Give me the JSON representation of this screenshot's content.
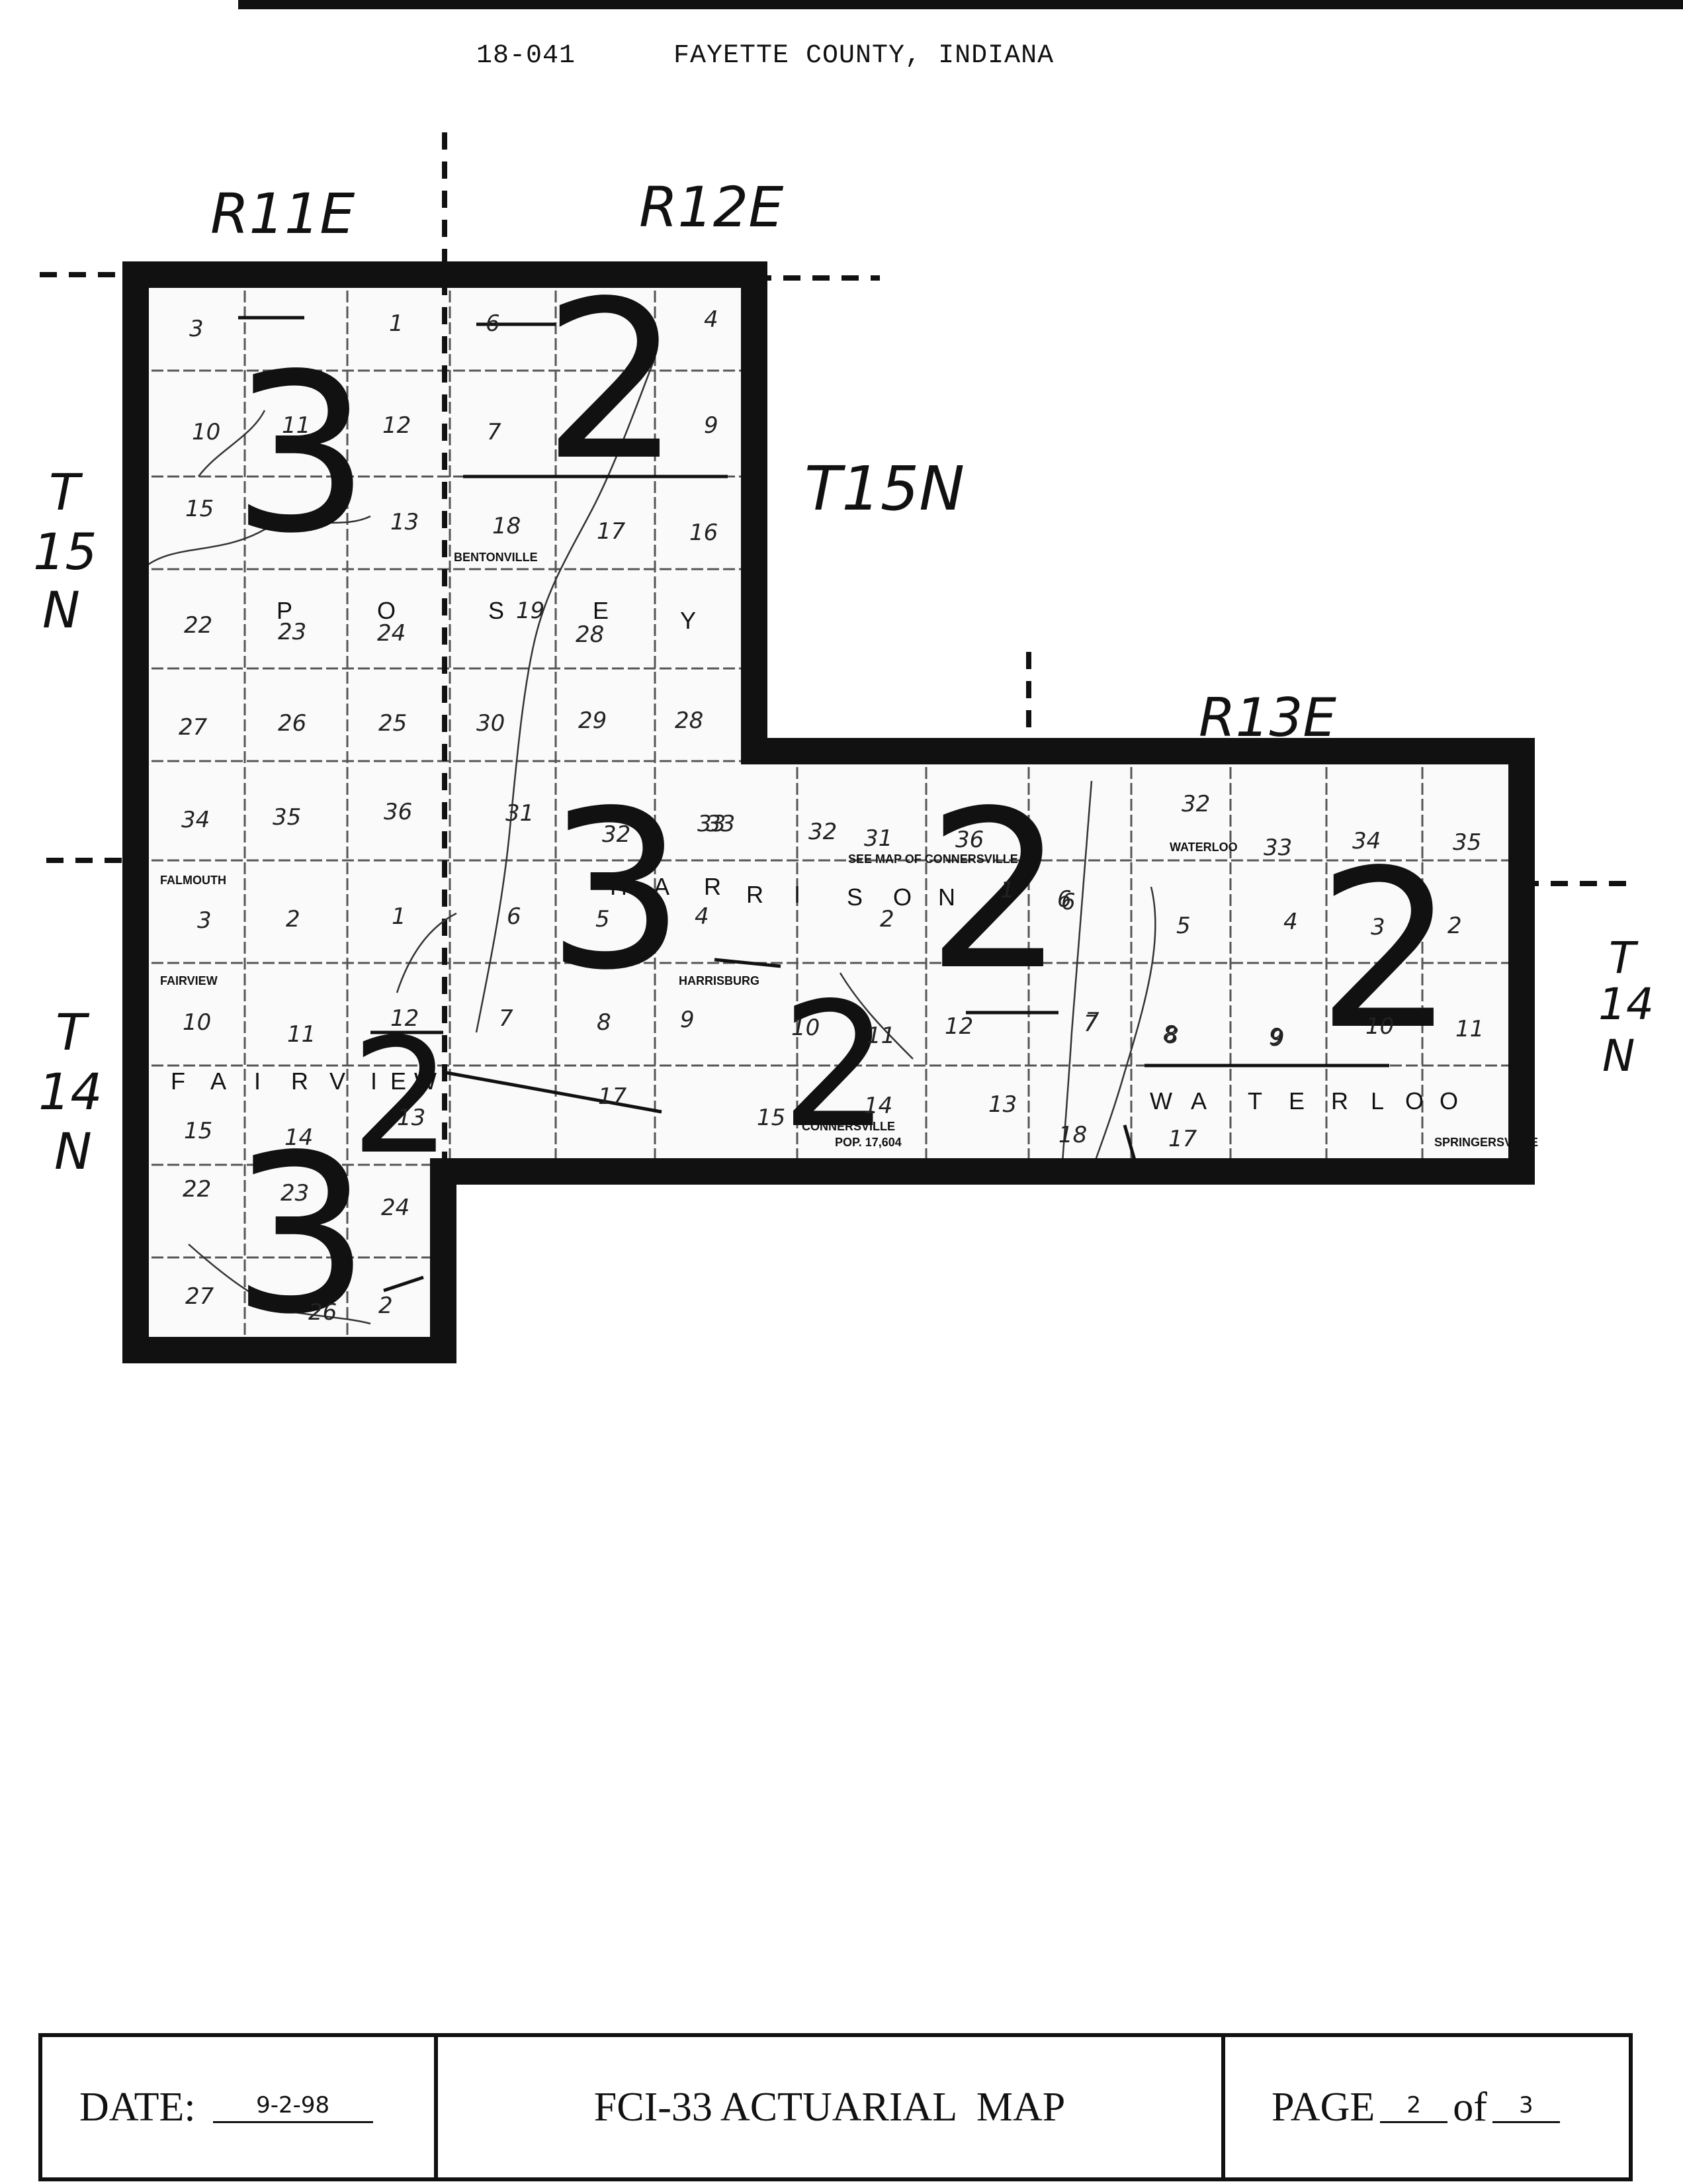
{
  "header": {
    "code": "18-041",
    "county": "FAYETTE COUNTY, INDIANA"
  },
  "map": {
    "range_labels": [
      "R11E",
      "R12E",
      "R13E"
    ],
    "township_labels": {
      "t15n_top": "T15N",
      "t15n_left": [
        "T",
        "15",
        "N"
      ],
      "t14n_left": [
        "T",
        "14",
        "N"
      ],
      "t14n_right": [
        "T",
        "14",
        "N"
      ]
    },
    "rating_numbers": [
      "3",
      "2",
      "3",
      "2",
      "2",
      "2",
      "2",
      "3"
    ],
    "places": [
      "BENTONVILLE",
      "FALMOUTH",
      "FAIRVIEW",
      "HARRISBURG",
      "WATERLOO",
      "SEE MAP OF CONNERSVILLE",
      "CONNERSVILLE",
      "POP. 17,604",
      "SPRINGERSVILLE"
    ],
    "township_names": [
      "P",
      "O",
      "S",
      "E",
      "Y",
      "H",
      "A",
      "R",
      "R",
      "I",
      "S",
      "O",
      "N",
      "F",
      "A",
      "I",
      "R",
      "V",
      "I",
      "E",
      "W",
      "W",
      "A",
      "T",
      "E",
      "R",
      "L",
      "O",
      "O"
    ],
    "section_numbers": [
      "3",
      "1",
      "6",
      "4",
      "10",
      "11",
      "12",
      "7",
      "9",
      "15",
      "13",
      "18",
      "17",
      "16",
      "22",
      "23",
      "24",
      "19",
      "28",
      "27",
      "26",
      "25",
      "30",
      "29",
      "28",
      "34",
      "35",
      "36",
      "31",
      "32",
      "33",
      "3",
      "2",
      "1",
      "6",
      "5",
      "4",
      "10",
      "11",
      "12",
      "7",
      "8",
      "9",
      "15",
      "14",
      "13",
      "17",
      "22",
      "23",
      "24",
      "27",
      "26",
      "2",
      "33",
      "32",
      "31",
      "36",
      "2",
      "1",
      "6",
      "10",
      "11",
      "12",
      "14",
      "13",
      "15",
      "18",
      "7",
      "8",
      "9",
      "32",
      "33",
      "34",
      "35",
      "5",
      "4",
      "3",
      "2",
      "6",
      "7",
      "8",
      "9",
      "10",
      "11",
      "17"
    ]
  },
  "footer": {
    "date_label": "DATE:",
    "date_value": "9-2-98",
    "title": "FCI-33 ACTUARIAL  MAP",
    "page_label": "PAGE",
    "page_num": "2",
    "of_label": "of",
    "page_total": "3"
  }
}
